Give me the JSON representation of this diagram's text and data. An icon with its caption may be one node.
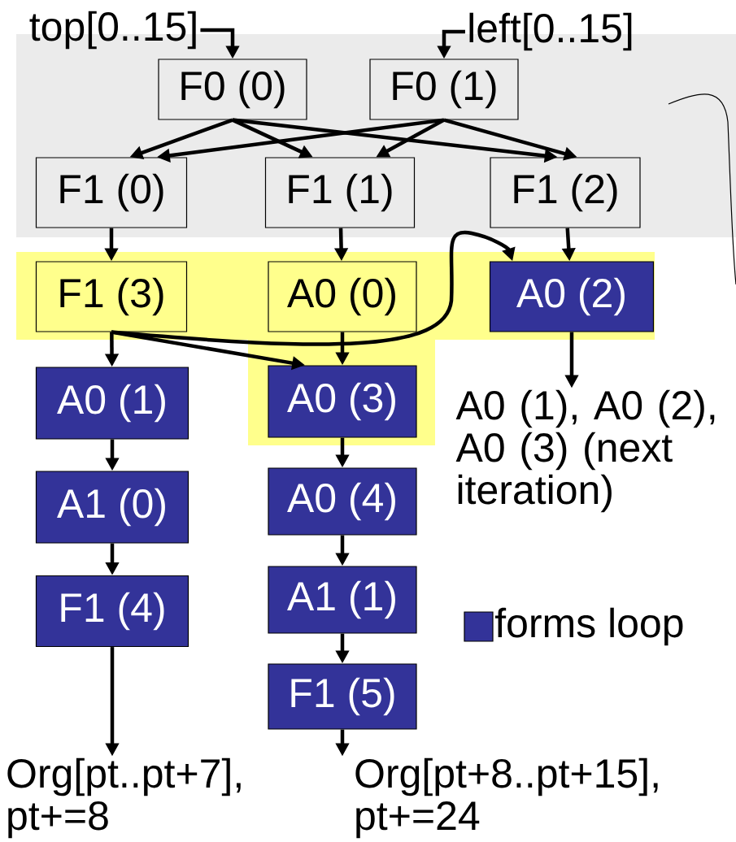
{
  "diagram": {
    "nodes": [
      {
        "text": [
          "F0 (0)"
        ]
      },
      {
        "text": [
          "F0 (1)"
        ]
      },
      {
        "text": [
          "F1 (0)"
        ]
      },
      {
        "text": [
          "F1 (1)"
        ]
      },
      {
        "text": [
          "F1 (2)"
        ]
      },
      {
        "text": [
          "F1 (3)"
        ]
      },
      {
        "text": [
          "A0 (0)"
        ]
      },
      {
        "text": [
          "A0 (2)"
        ]
      },
      {
        "text": [
          "A0 (1)"
        ]
      },
      {
        "text": [
          "A0 (3)"
        ]
      },
      {
        "text": [
          "A1 (0)"
        ]
      },
      {
        "text": [
          "A0 (4)"
        ]
      },
      {
        "text": [
          "F1 (4)"
        ]
      },
      {
        "text": [
          "A1 (1)"
        ]
      },
      {
        "text": [
          "F1 (5)"
        ]
      },
      {
        "text": [
          "top[0..15]"
        ]
      },
      {
        "text": [
          "left[0..15]"
        ]
      },
      {
        "text": [
          "A0 (1), A0 (2), A0 (3) (next iteration)"
        ]
      },
      {
        "text": [
          "Org[pt..pt+7], pt+=8"
        ]
      },
      {
        "text": [
          "Org[pt+8..pt+15], pt+=24"
        ]
      }
    ],
    "edges": [
      {
        "from": 15,
        "to": 0,
        "arrow": "to"
      },
      {
        "from": 16,
        "to": 1,
        "arrow": "to"
      },
      {
        "from": 0,
        "to": 2,
        "arrow": "to"
      },
      {
        "from": 0,
        "to": 3,
        "arrow": "to"
      },
      {
        "from": 0,
        "to": 4,
        "arrow": "to"
      },
      {
        "from": 1,
        "to": 2,
        "arrow": "to"
      },
      {
        "from": 1,
        "to": 3,
        "arrow": "to"
      },
      {
        "from": 1,
        "to": 4,
        "arrow": "to"
      },
      {
        "from": 2,
        "to": 5,
        "arrow": "to"
      },
      {
        "from": 3,
        "to": 6,
        "arrow": "to"
      },
      {
        "from": 4,
        "to": 7,
        "arrow": "to"
      },
      {
        "from": 5,
        "to": 8,
        "arrow": "to"
      },
      {
        "from": 5,
        "to": 9,
        "arrow": "to"
      },
      {
        "from": 5,
        "to": 7,
        "arrow": "to"
      },
      {
        "from": 6,
        "to": 9,
        "arrow": "to"
      },
      {
        "from": 7,
        "to": 17,
        "arrow": "to"
      },
      {
        "from": 8,
        "to": 10,
        "arrow": "to"
      },
      {
        "from": 10,
        "to": 12,
        "arrow": "to"
      },
      {
        "from": 12,
        "to": 18,
        "arrow": "to"
      },
      {
        "from": 9,
        "to": 11,
        "arrow": "to"
      },
      {
        "from": 11,
        "to": 13,
        "arrow": "to"
      },
      {
        "from": 13,
        "to": 14,
        "arrow": "to"
      },
      {
        "from": 14,
        "to": 19,
        "arrow": "to"
      }
    ],
    "legend": [
      {
        "text": "forms loop",
        "color": "#333399"
      }
    ]
  }
}
